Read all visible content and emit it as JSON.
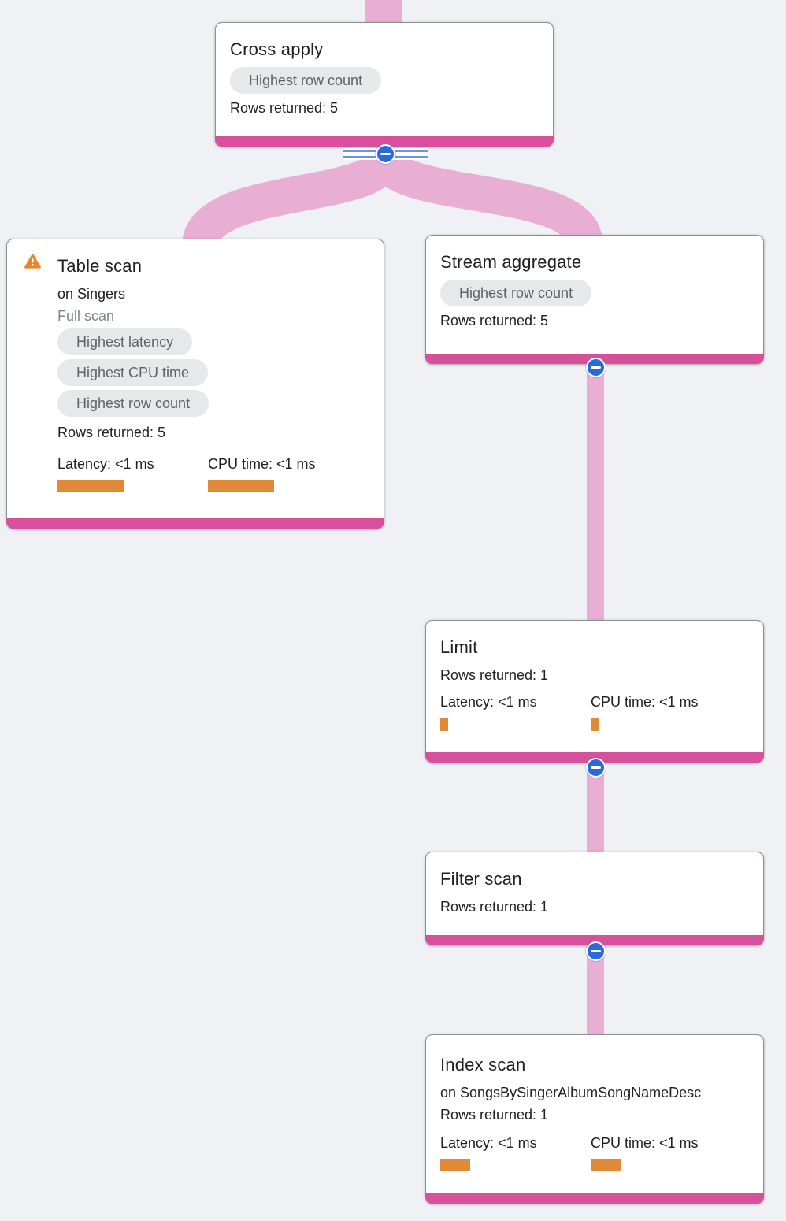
{
  "colors": {
    "canvas_bg": "#eff1f4",
    "accent_pink": "#d6509c",
    "edge_pink": "#e9aed4",
    "collapse_blue": "#2a6bd8",
    "bar_orange": "#e08936",
    "warning_orange": "#e8862e",
    "chip_bg": "#e7e8ea",
    "chip_text": "#5f6368",
    "text_primary": "#202124",
    "text_muted": "#80868b",
    "card_border": "#8a9096",
    "stripe_blue": "#6c92e6"
  },
  "icons": {
    "warning": "warning-triangle",
    "collapse": "minus-circle"
  },
  "nodes": {
    "cross_apply": {
      "title": "Cross apply",
      "badge": "Highest row count",
      "rows": "Rows returned: 5"
    },
    "table_scan": {
      "title": "Table scan",
      "on": "on Singers",
      "note": "Full scan",
      "badges": [
        "Highest latency",
        "Highest CPU time",
        "Highest row count"
      ],
      "rows": "Rows returned: 5",
      "latency": "Latency: <1 ms",
      "cpu": "CPU time: <1 ms"
    },
    "stream_aggregate": {
      "title": "Stream aggregate",
      "badge": "Highest row count",
      "rows": "Rows returned: 5"
    },
    "limit": {
      "title": "Limit",
      "rows": "Rows returned: 1",
      "latency": "Latency: <1 ms",
      "cpu": "CPU time: <1 ms"
    },
    "filter_scan": {
      "title": "Filter scan",
      "rows": "Rows returned: 1"
    },
    "index_scan": {
      "title": "Index scan",
      "on": "on SongsBySingerAlbumSongNameDesc",
      "rows": "Rows returned: 1",
      "latency": "Latency: <1 ms",
      "cpu": "CPU time: <1 ms"
    }
  },
  "bars": {
    "table_scan_latency": 85,
    "table_scan_cpu": 84,
    "limit_latency": 10,
    "limit_cpu": 10,
    "index_scan_latency": 38,
    "index_scan_cpu": 38
  }
}
